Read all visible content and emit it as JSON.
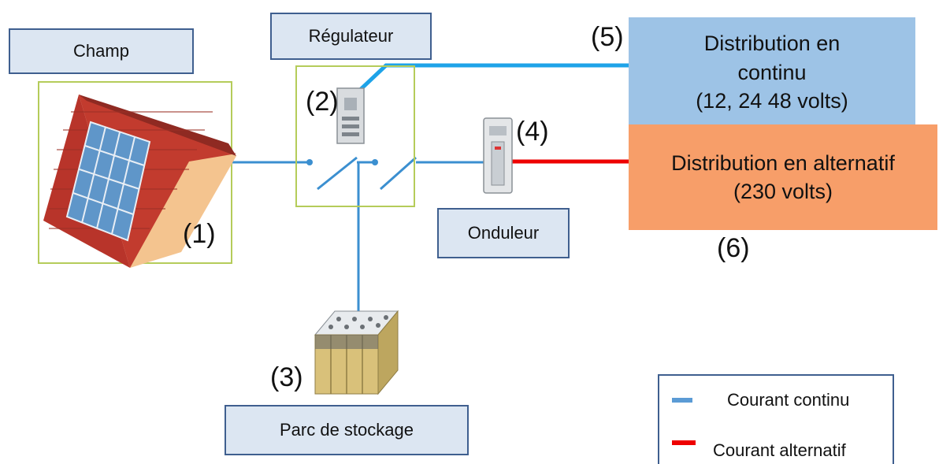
{
  "labels": {
    "champ": "Champ",
    "regulateur": "Régulateur",
    "onduleur": "Onduleur",
    "parc": "Parc de stockage"
  },
  "numbers": {
    "n1": "(1)",
    "n2": "(2)",
    "n3": "(3)",
    "n4": "(4)",
    "n5": "(5)",
    "n6": "(6)"
  },
  "distribution_dc": {
    "line1": "Distribution en",
    "line2": "continu",
    "line3": "(12, 24 48 volts)",
    "color": "#9dc3e6"
  },
  "distribution_ac": {
    "line1": "Distribution en alternatif",
    "line2": "(230 volts)",
    "color": "#f79e69"
  },
  "legend": {
    "dc_label": "Courant continu",
    "ac_label": "Courant alternatif",
    "dc_color": "#5b9bd5",
    "ac_color": "#ee0000"
  },
  "icons": [
    "solar-roof-icon",
    "regulator-cabinet-icon",
    "inverter-cabinet-icon",
    "battery-bank-icon",
    "switch-icon"
  ]
}
